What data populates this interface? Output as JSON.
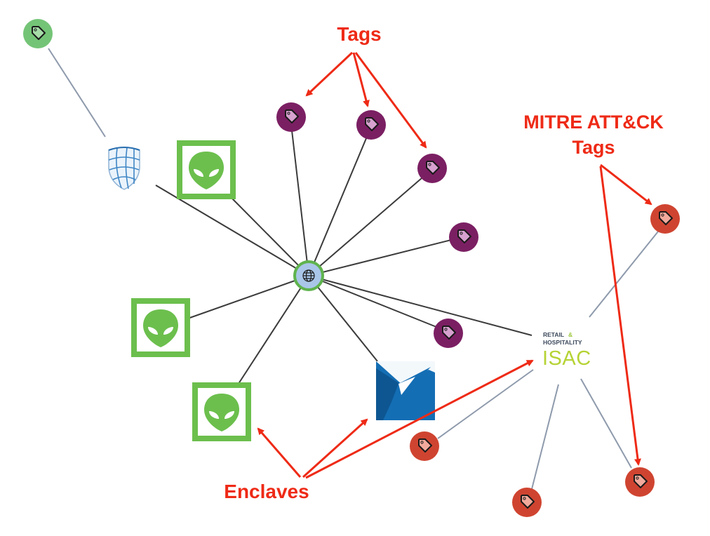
{
  "annotations": {
    "tags": "Tags",
    "mitre_line1": "MITRE ATT&CK",
    "mitre_line2": "Tags",
    "enclaves": "Enclaves"
  },
  "isac_logo": {
    "line1": "RETAIL",
    "amp": "&",
    "line2": "HOSPITALITY",
    "brand": "ISAC"
  },
  "colors": {
    "annotation_red": "#ee2a16",
    "tag_purple": "#7b1f63",
    "tag_purple_icon": "#d7a2cf",
    "mitre_tag": "#cf4430",
    "mitre_tag_icon": "#f2aa9c",
    "green_tag": "#74c477",
    "alien_green": "#6cbf4d",
    "center_fill": "#a9c6e8",
    "center_border": "#5fb34d",
    "edge_dark": "#3b3b3b",
    "edge_gray": "#8e9aac",
    "enclave_blue": "#146eb4"
  },
  "node_types": {
    "center": "globe-icon",
    "tag": "tag-icon",
    "enclave": "alien-icon",
    "shield": "shield-globe-icon",
    "blue_enclave": "arrow-logo-icon",
    "isac": "isac-logo"
  }
}
